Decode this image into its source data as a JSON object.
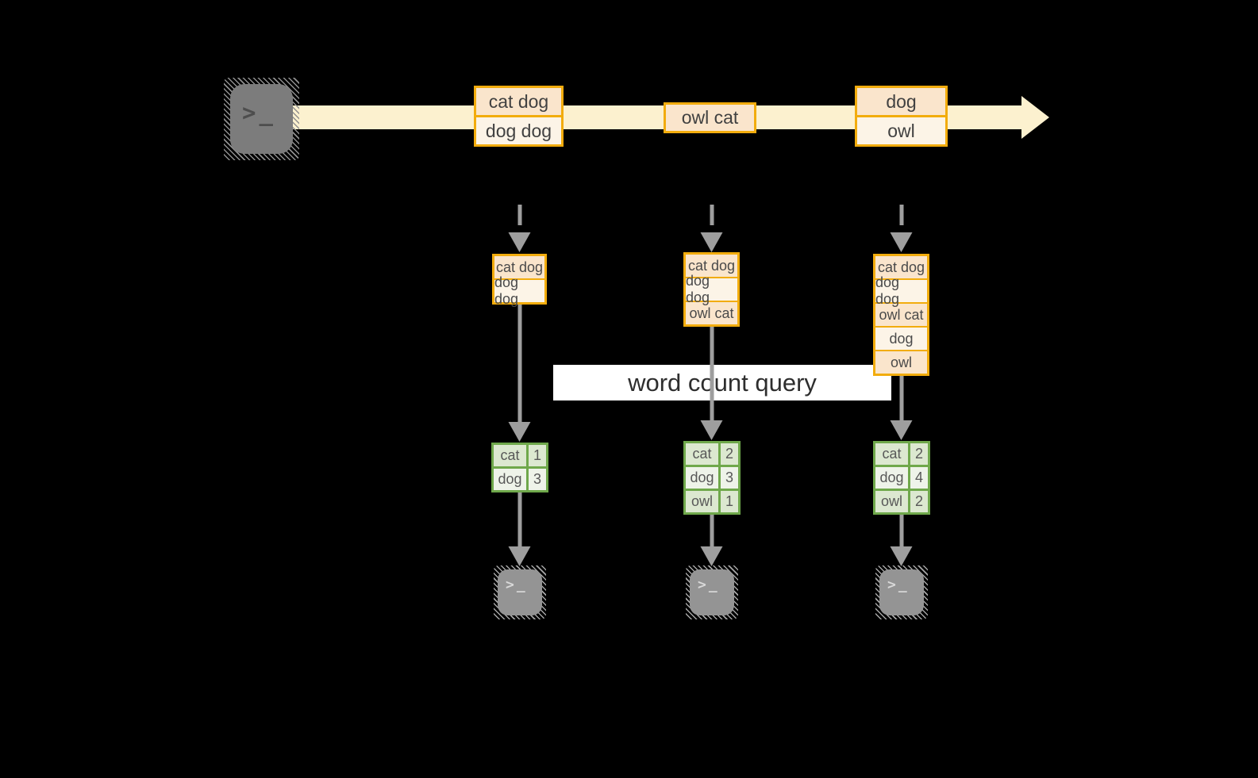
{
  "colors": {
    "orange": "#F2AC0D",
    "peach": "#FAE5CC",
    "cream": "#FCF4E7",
    "stream": "#FCF1CF",
    "green": "#6FA84B",
    "green_dark": "#DCE8D0",
    "green_light": "#EEF3E9",
    "gray": "#9E9E9E",
    "terminal_src": "#7C7C7C",
    "terminal_sink": "#949494"
  },
  "terminal_glyph": ">_",
  "query_label": "word count query",
  "stream": {
    "events": [
      {
        "lines": [
          "cat dog",
          "dog dog"
        ]
      },
      {
        "lines": [
          "owl cat"
        ]
      },
      {
        "lines": [
          "dog",
          "owl"
        ]
      }
    ]
  },
  "columns": [
    {
      "state": [
        "cat dog",
        "dog dog"
      ],
      "result": [
        {
          "word": "cat",
          "count": "1"
        },
        {
          "word": "dog",
          "count": "3"
        }
      ]
    },
    {
      "state": [
        "cat dog",
        "dog dog",
        "owl cat"
      ],
      "result": [
        {
          "word": "cat",
          "count": "2"
        },
        {
          "word": "dog",
          "count": "3"
        },
        {
          "word": "owl",
          "count": "1"
        }
      ]
    },
    {
      "state": [
        "cat dog",
        "dog dog",
        "owl cat",
        "dog",
        "owl"
      ],
      "result": [
        {
          "word": "cat",
          "count": "2"
        },
        {
          "word": "dog",
          "count": "4"
        },
        {
          "word": "owl",
          "count": "2"
        }
      ]
    }
  ]
}
